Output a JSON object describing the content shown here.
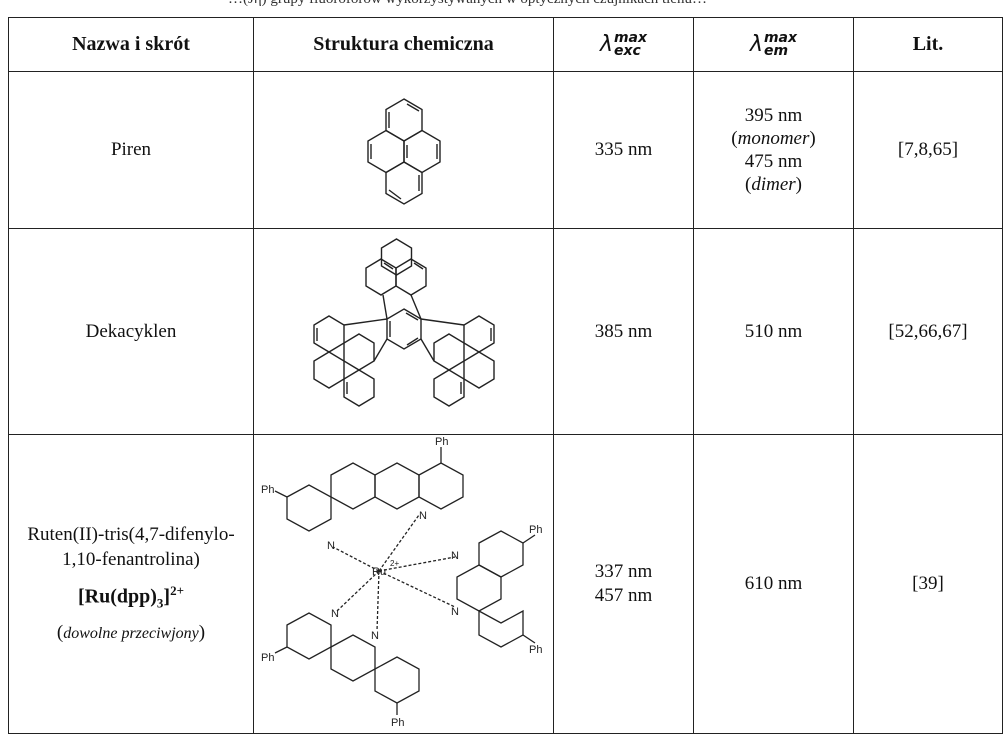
{
  "header_cut": "…(Jη) grupy fluoroforów wykorzystywanych w optycznych czujnikach tlenu…",
  "columns": {
    "name": "Nazwa i skrót",
    "structure": "Struktura chemiczna",
    "lambda_symbol": "λ",
    "exc_sup": "max",
    "exc_sub": "exc",
    "em_sup": "max",
    "em_sub": "em",
    "lit": "Lit."
  },
  "rows": [
    {
      "name": "Piren",
      "exc": "335 nm",
      "em_1": "395 nm",
      "em_1_note": "monomer",
      "em_2": "475 nm",
      "em_2_note": "dimer",
      "lit": "[7,8,65]"
    },
    {
      "name": "Dekacyklen",
      "exc": "385 nm",
      "em": "510 nm",
      "lit": "[52,66,67]"
    },
    {
      "name_line1": "Ruten(II)-tris(4,7-difenylo-",
      "name_line2": "1,10-fenantrolina)",
      "formula_main": "[Ru(dpp)",
      "formula_sub": "3",
      "formula_close": "]",
      "formula_sup": "2+",
      "counterion": "dowolne przeciwjony",
      "exc_1": "337 nm",
      "exc_2": "457 nm",
      "em": "610 nm",
      "lit": "[39]"
    }
  ],
  "structure_labels": {
    "ph": "Ph",
    "n": "N",
    "ru": "Ru",
    "charge": "2+"
  }
}
